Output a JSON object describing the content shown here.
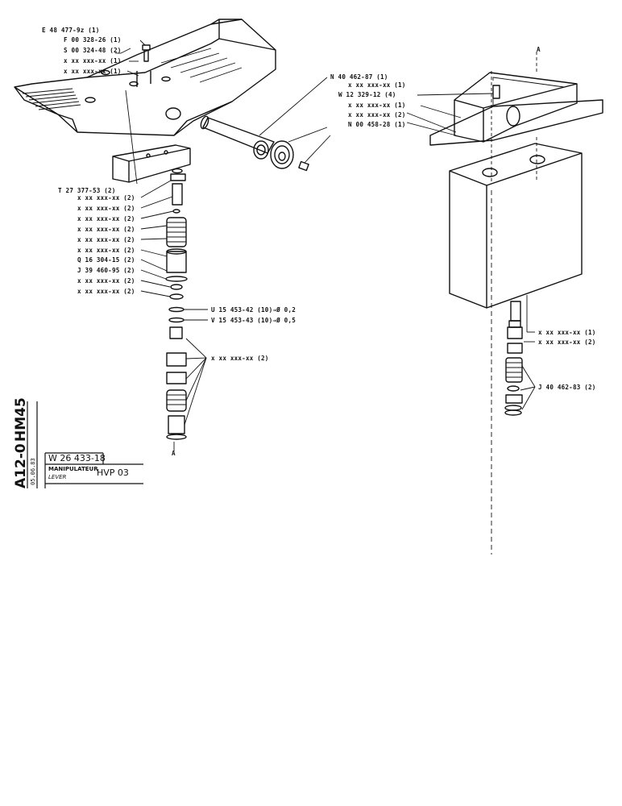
{
  "callouts": {
    "left_top": [
      "E 48 477-9z (1)",
      "F 00 328-26 (1)",
      "S 00 324-48 (2)",
      "x xx xxx-xx (1)",
      "x xx xxx-xx (1)"
    ],
    "left_stack_header": "T 27 377-53 (2)",
    "left_stack": [
      "x xx xxx-xx (2)",
      "x xx xxx-xx (2)",
      "x xx xxx-xx (2)",
      "x xx xxx-xx (2)",
      "x xx xxx-xx (2)",
      "x xx xxx-xx (2)",
      "Q 16 304-15 (2)",
      "J 39 460-95 (2)",
      "x xx xxx-xx (2)",
      "x xx xxx-xx (2)"
    ],
    "shims": [
      {
        "code": "U 15 453-42 (10)",
        "dim": "Ø 0,2"
      },
      {
        "code": "V 15 453-43 (10)",
        "dim": "Ø 0,5"
      }
    ],
    "lower_group": "x xx xxx-xx (2)",
    "center": [
      "N 40 462-87 (1)",
      "x xx xxx-xx (1)",
      "W 12 329-12 (4)",
      "x xx xxx-xx (1)",
      "x xx xxx-xx (2)",
      "N 00 458-28 (1)"
    ],
    "right_bottom": [
      "x xx xxx-xx (1)",
      "x xx xxx-xx (2)",
      "J 40 462-83 (2)"
    ],
    "section_marks": [
      "A",
      "A"
    ]
  },
  "title_block": {
    "model": "HM45",
    "sheet": "A12-0",
    "date": "05.06.83",
    "drawing_number": "W 26 433-18",
    "title_fr": "MANIPULATEUR",
    "title_en": "LEVER",
    "variant": "HVP 03"
  }
}
